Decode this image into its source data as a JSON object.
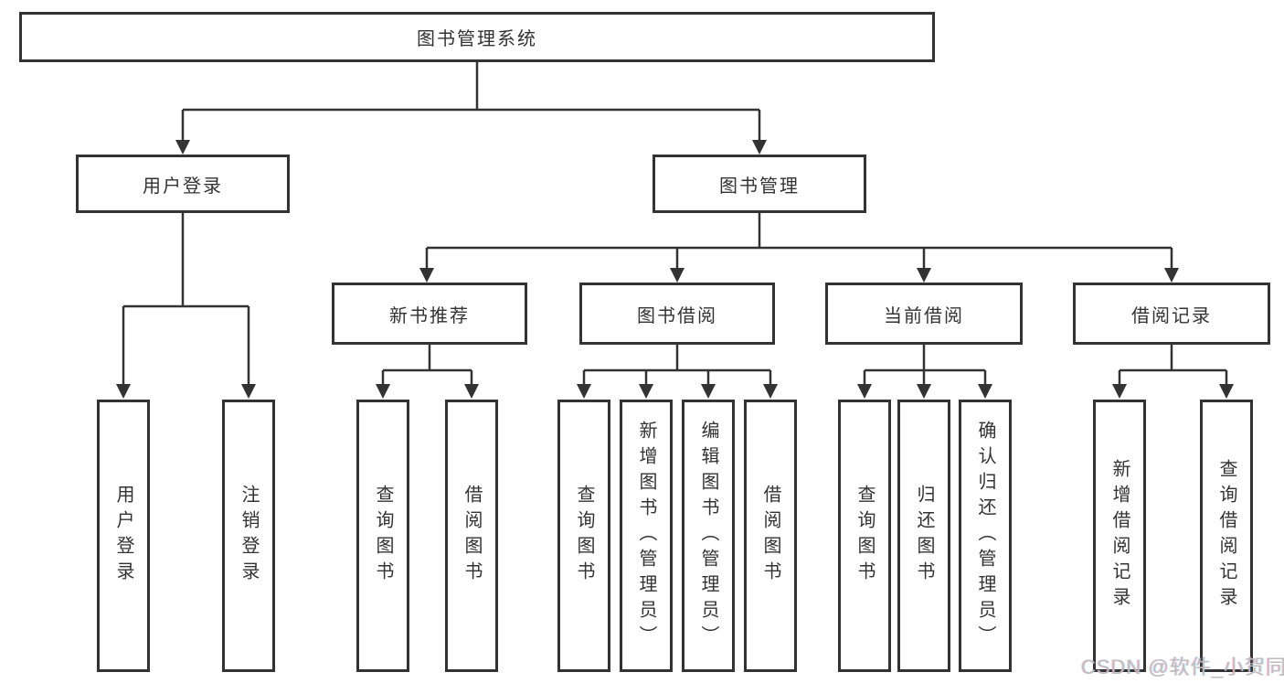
{
  "colors": {
    "background": "#ffffff",
    "line": "#333333",
    "box_border": "#333333",
    "text": "#333333",
    "watermark": "#bdbdbd"
  },
  "diagram": {
    "type": "hierarchy-tree",
    "root": {
      "label": "图书管理系统"
    },
    "level2": [
      {
        "label": "用户登录"
      },
      {
        "label": "图书管理"
      }
    ],
    "level3": [
      {
        "label": "新书推荐",
        "parent": "图书管理"
      },
      {
        "label": "图书借阅",
        "parent": "图书管理"
      },
      {
        "label": "当前借阅",
        "parent": "图书管理"
      },
      {
        "label": "借阅记录",
        "parent": "图书管理"
      }
    ],
    "leaves": [
      {
        "label": "用户登录",
        "parent": "用户登录"
      },
      {
        "label": "注销登录",
        "parent": "用户登录"
      },
      {
        "label": "查询图书",
        "parent": "新书推荐"
      },
      {
        "label": "借阅图书",
        "parent": "新书推荐"
      },
      {
        "label": "查询图书",
        "parent": "图书借阅"
      },
      {
        "label": "新增图书（管理员）",
        "parent": "图书借阅"
      },
      {
        "label": "编辑图书（管理员）",
        "parent": "图书借阅"
      },
      {
        "label": "借阅图书",
        "parent": "图书借阅"
      },
      {
        "label": "查询图书",
        "parent": "当前借阅"
      },
      {
        "label": "归还图书",
        "parent": "当前借阅"
      },
      {
        "label": "确认归还（管理员）",
        "parent": "当前借阅"
      },
      {
        "label": "新增借阅记录",
        "parent": "借阅记录"
      },
      {
        "label": "查询借阅记录",
        "parent": "借阅记录"
      }
    ]
  },
  "watermark": {
    "text": "CSDN @软件_小贺同学"
  }
}
